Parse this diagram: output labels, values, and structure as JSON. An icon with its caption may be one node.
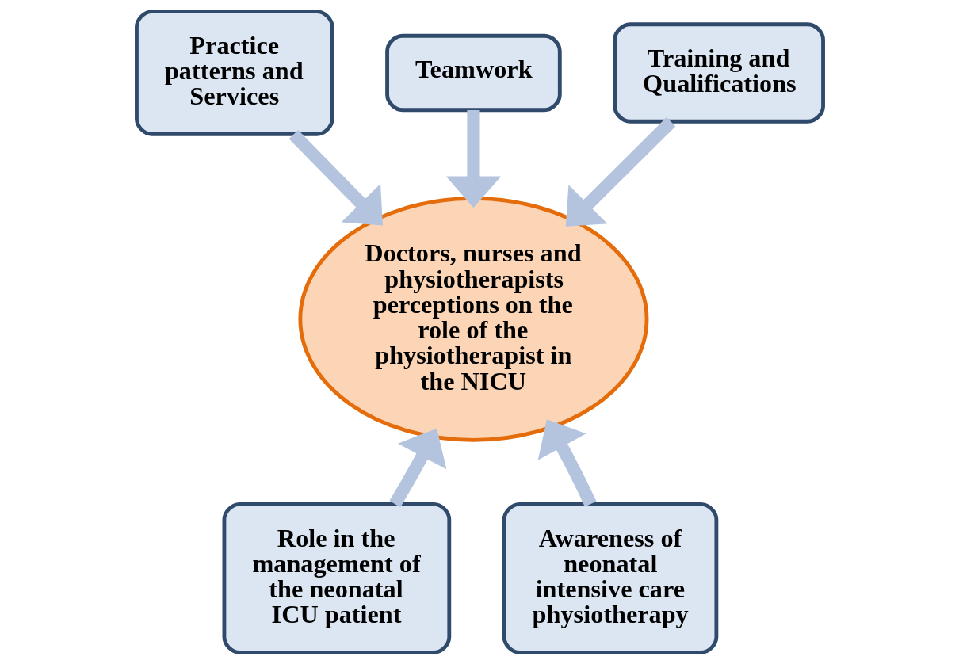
{
  "diagram": {
    "nodes": [
      {
        "text": [
          "Teamwork"
        ]
      },
      {
        "text": [
          "Practice patterns and Services"
        ]
      },
      {
        "text": [
          "Training and Qualifications"
        ]
      },
      {
        "text": [
          "Doctors, nurses and physiotherapists perceptions on the role of the physiotherapist in the NICU"
        ]
      },
      {
        "text": [
          "Role in the management of the neonatal ICU patient"
        ]
      },
      {
        "text": [
          "Awareness of neonatal intensive care physiotherapy"
        ]
      }
    ],
    "edges": [
      {
        "from": 0,
        "to": 3,
        "arrow": "to"
      },
      {
        "from": 1,
        "to": 3,
        "arrow": "to"
      },
      {
        "from": 2,
        "to": 3,
        "arrow": "to"
      },
      {
        "from": 4,
        "to": 3,
        "arrow": "to"
      },
      {
        "from": 5,
        "to": 3,
        "arrow": "to"
      }
    ]
  }
}
